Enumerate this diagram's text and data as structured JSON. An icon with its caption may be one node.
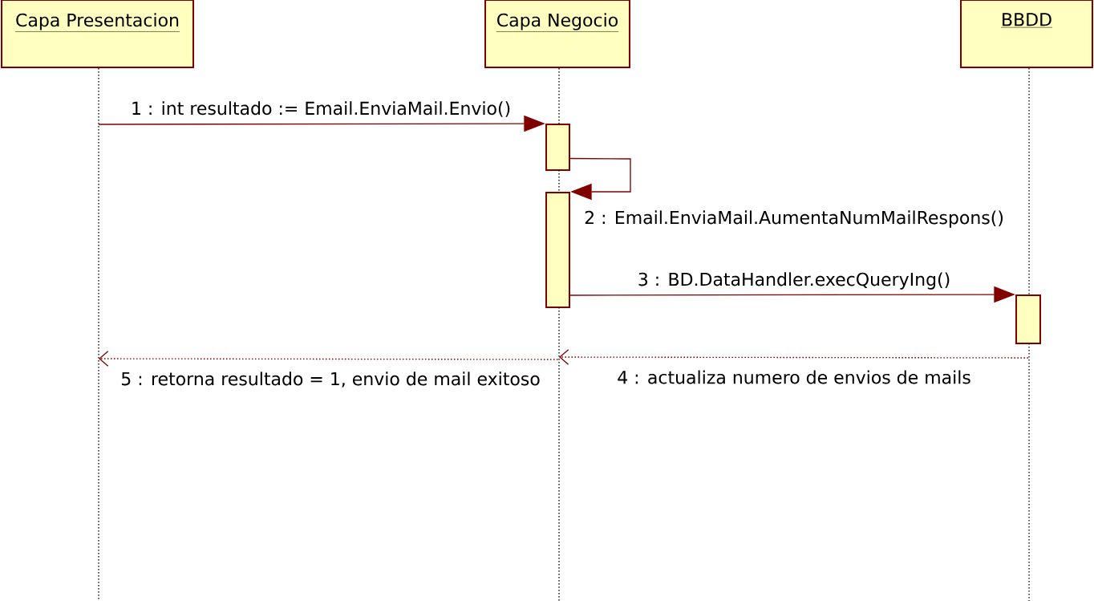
{
  "diagram": {
    "nodes": [
      {
        "text": [
          "Capa Presentacion"
        ]
      },
      {
        "text": [
          "Capa Negocio"
        ]
      },
      {
        "text": [
          "BBDD"
        ]
      },
      {
        "text": [],
        "shape": "box"
      },
      {
        "text": [],
        "shape": "box"
      },
      {
        "text": [],
        "shape": "box"
      }
    ],
    "edges": [
      {
        "from": null,
        "to": 3,
        "arrow": "to",
        "label": "1 : int resultado := Email.EnviaMail.Envio()"
      },
      {
        "from": 3,
        "to": 4,
        "arrow": "to",
        "label": "2 : Email.EnviaMail.AumentaNumMailRespons()"
      },
      {
        "from": 4,
        "to": 5,
        "arrow": "to",
        "label": "3 : BD.DataHandler.execQueryIng()"
      },
      {
        "from": 5,
        "to": null,
        "arrow": "to",
        "style": "dashed",
        "label": "4 : actualiza numero de envios de mails"
      },
      {
        "from": 4,
        "to": null,
        "arrow": "to",
        "style": "dashed",
        "label": "5 : retorna resultado = 1, envio de mail exitoso"
      },
      {
        "from": 0,
        "to": null,
        "arrow": "none",
        "style": "dashed",
        "color": "#000000"
      },
      {
        "from": 1,
        "to": null,
        "arrow": "none",
        "style": "dashed",
        "color": "#000000"
      },
      {
        "from": 2,
        "to": null,
        "arrow": "none",
        "style": "dashed",
        "color": "#000000"
      }
    ]
  }
}
